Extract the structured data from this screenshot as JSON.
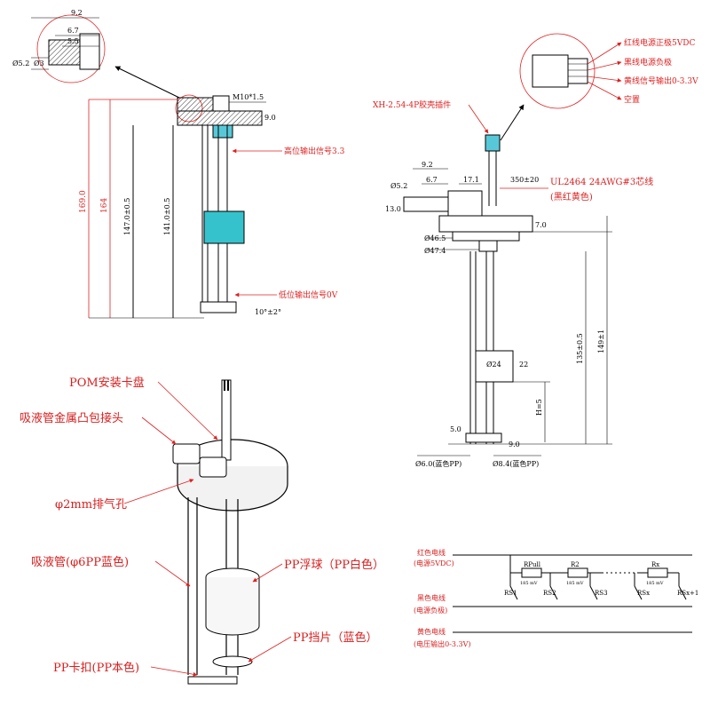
{
  "top_left": {
    "detail_dims": [
      "9.2",
      "6.7",
      "5.5",
      "Ø5.2",
      "Ø3"
    ],
    "thread": "M10*1.5",
    "dim_9": "9.0",
    "high_signal": "高位输出信号3.3",
    "low_signal": "低位输出信号0V",
    "angle": "10°±2°",
    "len_169": "169.0",
    "len_164": "164",
    "len_147": "147.0±0.5",
    "len_141": "141.0±0.5"
  },
  "top_right": {
    "wires": [
      "红线电源正极5VDC",
      "黑线电源负极",
      "黄线信号输出0-3.3V",
      "空置"
    ],
    "connector": "XH-2.54-4P胶壳插件",
    "cable_len": "350±20",
    "cable_spec": "UL2464  24AWG#3芯线",
    "cable_color": "(黑红黄色)",
    "dims_left": [
      "9.2",
      "6.7",
      "17.1",
      "Ø5.2",
      "13.0"
    ],
    "dim_7": "7.0",
    "dia_465": "Ø46.5",
    "dia_474": "Ø47.4",
    "len_149": "149±1",
    "len_135": "135±0.5",
    "dia_24": "Ø24",
    "dim_22": "22",
    "h5": "H=5",
    "dim_5": "5.0",
    "dim_9b": "9.0",
    "dia_6": "Ø6.0(蓝色PP)",
    "dia_84": "Ø8.4(蓝色PP)"
  },
  "bottom_left": {
    "pom": "POM安装卡盘",
    "connector": "吸液管金属凸包接头",
    "vent": "φ2mm排气孔",
    "tube": "吸液管(φ6PP蓝色)",
    "float": "PP浮球（PP白色）",
    "stopper": "PP挡片（蓝色）",
    "clip": "PP卡扣(PP本色)"
  },
  "circuit": {
    "red_wire": "红色电线",
    "red_sub": "(电源5VDC)",
    "black_wire": "黑色电线",
    "black_sub": "(电源负极)",
    "yellow_wire": "黄色电线",
    "yellow_sub": "(电压输出0-3.3V)",
    "resistors": [
      "RPull",
      "R2",
      "Rx"
    ],
    "res_values": [
      "185 mV",
      "185 mV",
      "185 mV"
    ],
    "switches": [
      "RS1",
      "RS2",
      "RS3",
      "RSx",
      "RSx+1"
    ]
  }
}
